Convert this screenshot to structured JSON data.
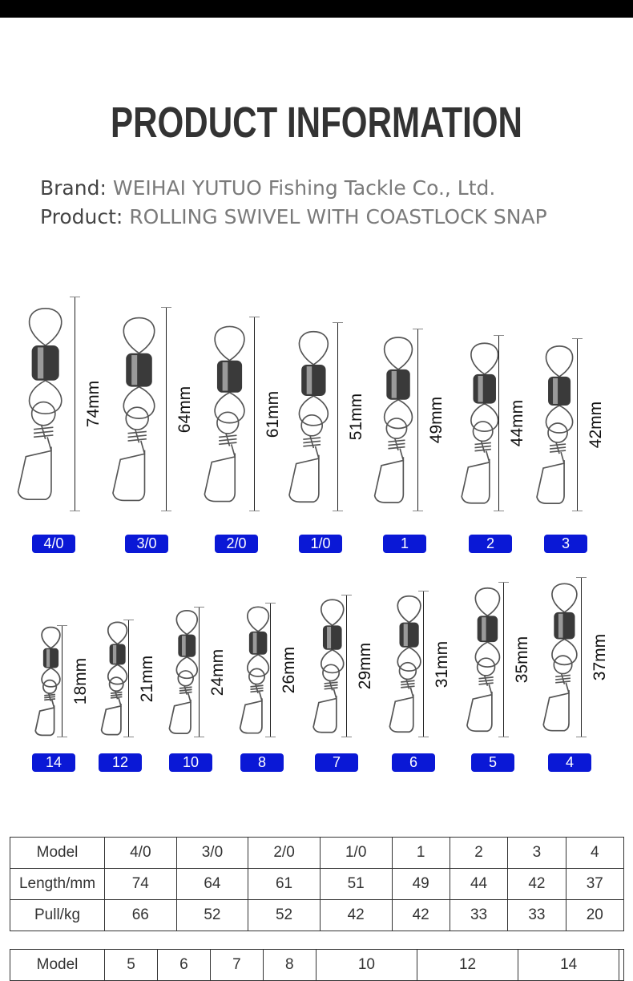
{
  "title": "PRODUCT INFORMATION",
  "brand": {
    "label": "Brand:",
    "value": "WEIHAI YUTUO Fishing Tackle Co., Ltd."
  },
  "product": {
    "label": "Product:",
    "value": "ROLLING SWIVEL WITH COASTLOCK SNAP"
  },
  "badge_color": "#0a18d6",
  "row1": [
    {
      "model": "4/0",
      "length": "74mm",
      "mm": 74
    },
    {
      "model": "3/0",
      "length": "64mm",
      "mm": 64
    },
    {
      "model": "2/0",
      "length": "61mm",
      "mm": 61
    },
    {
      "model": "1/0",
      "length": "51mm",
      "mm": 51
    },
    {
      "model": "1",
      "length": "49mm",
      "mm": 49
    },
    {
      "model": "2",
      "length": "44mm",
      "mm": 44
    },
    {
      "model": "3",
      "length": "42mm",
      "mm": 42
    }
  ],
  "row2": [
    {
      "model": "14",
      "length": "18mm",
      "mm": 18
    },
    {
      "model": "12",
      "length": "21mm",
      "mm": 21
    },
    {
      "model": "10",
      "length": "24mm",
      "mm": 24
    },
    {
      "model": "8",
      "length": "26mm",
      "mm": 26
    },
    {
      "model": "7",
      "length": "29mm",
      "mm": 29
    },
    {
      "model": "6",
      "length": "31mm",
      "mm": 31
    },
    {
      "model": "5",
      "length": "35mm",
      "mm": 35
    },
    {
      "model": "4",
      "length": "37mm",
      "mm": 37
    }
  ],
  "table1": [
    [
      "Model",
      "4/0",
      "3/0",
      "2/0",
      "1/0",
      "1",
      "2",
      "3",
      "4"
    ],
    [
      "Length/mm",
      "74",
      "64",
      "61",
      "51",
      "49",
      "44",
      "42",
      "37"
    ],
    [
      "Pull/kg",
      "66",
      "52",
      "52",
      "42",
      "42",
      "33",
      "33",
      "20"
    ]
  ],
  "table2": [
    [
      "Model",
      "5",
      "6",
      "7",
      "8",
      "10",
      "12",
      "14",
      ""
    ]
  ]
}
